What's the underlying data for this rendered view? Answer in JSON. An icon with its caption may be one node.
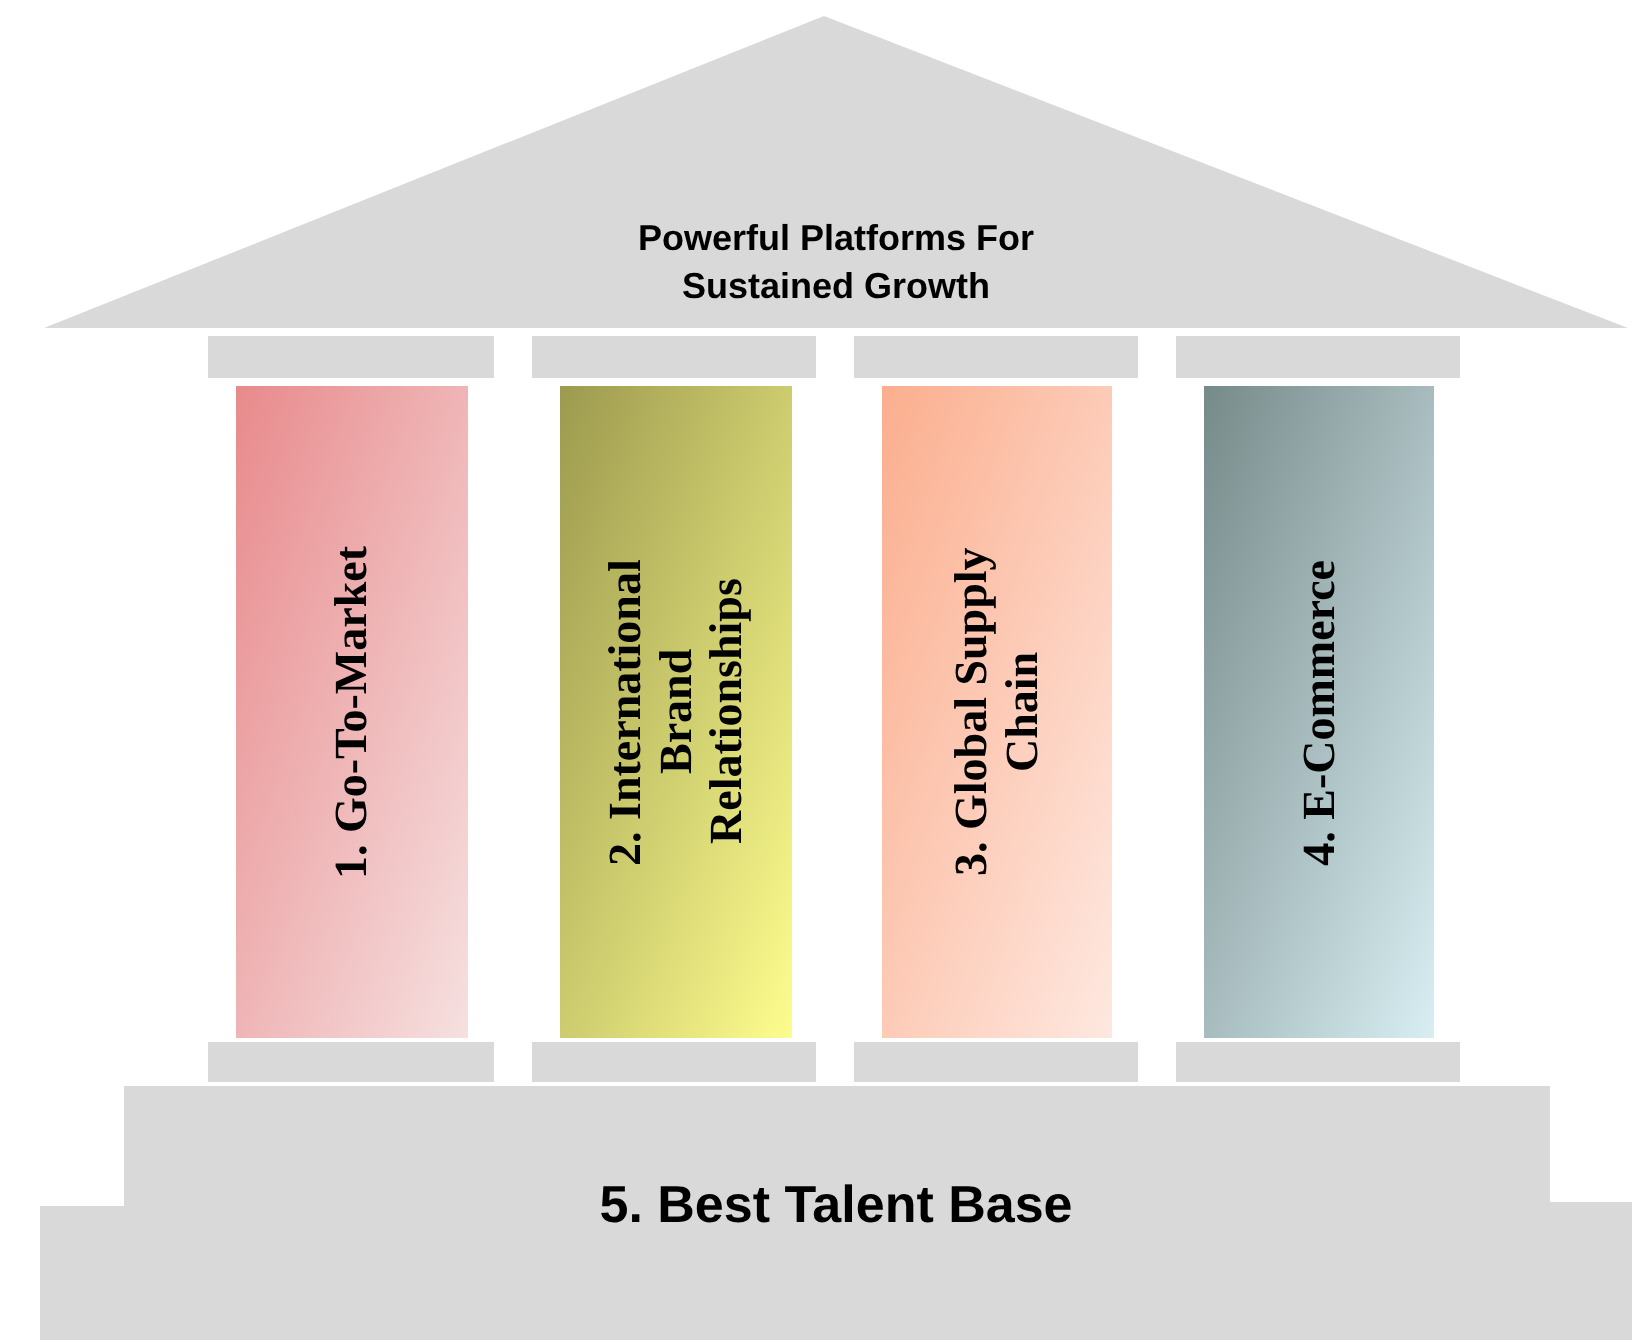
{
  "diagram": {
    "nodes": [
      {
        "text": [
          "Powerful Platforms For Sustained Growth"
        ]
      },
      {
        "text": [
          "1. Go-To-Market"
        ]
      },
      {
        "text": [
          "2. International Brand Relationships"
        ]
      },
      {
        "text": [
          "3. Global Supply Chain"
        ]
      },
      {
        "text": [
          "4. E-Commerce"
        ]
      },
      {
        "text": [
          "5. Best Talent Base"
        ]
      },
      {
        "text": [],
        "shape": "bar"
      },
      {
        "text": [],
        "shape": "bar"
      },
      {
        "text": [],
        "shape": "bar"
      },
      {
        "text": [],
        "shape": "bar"
      },
      {
        "text": [],
        "shape": "bar"
      },
      {
        "text": [],
        "shape": "bar"
      },
      {
        "text": [],
        "shape": "bar"
      },
      {
        "text": [],
        "shape": "bar"
      }
    ],
    "edges": []
  }
}
